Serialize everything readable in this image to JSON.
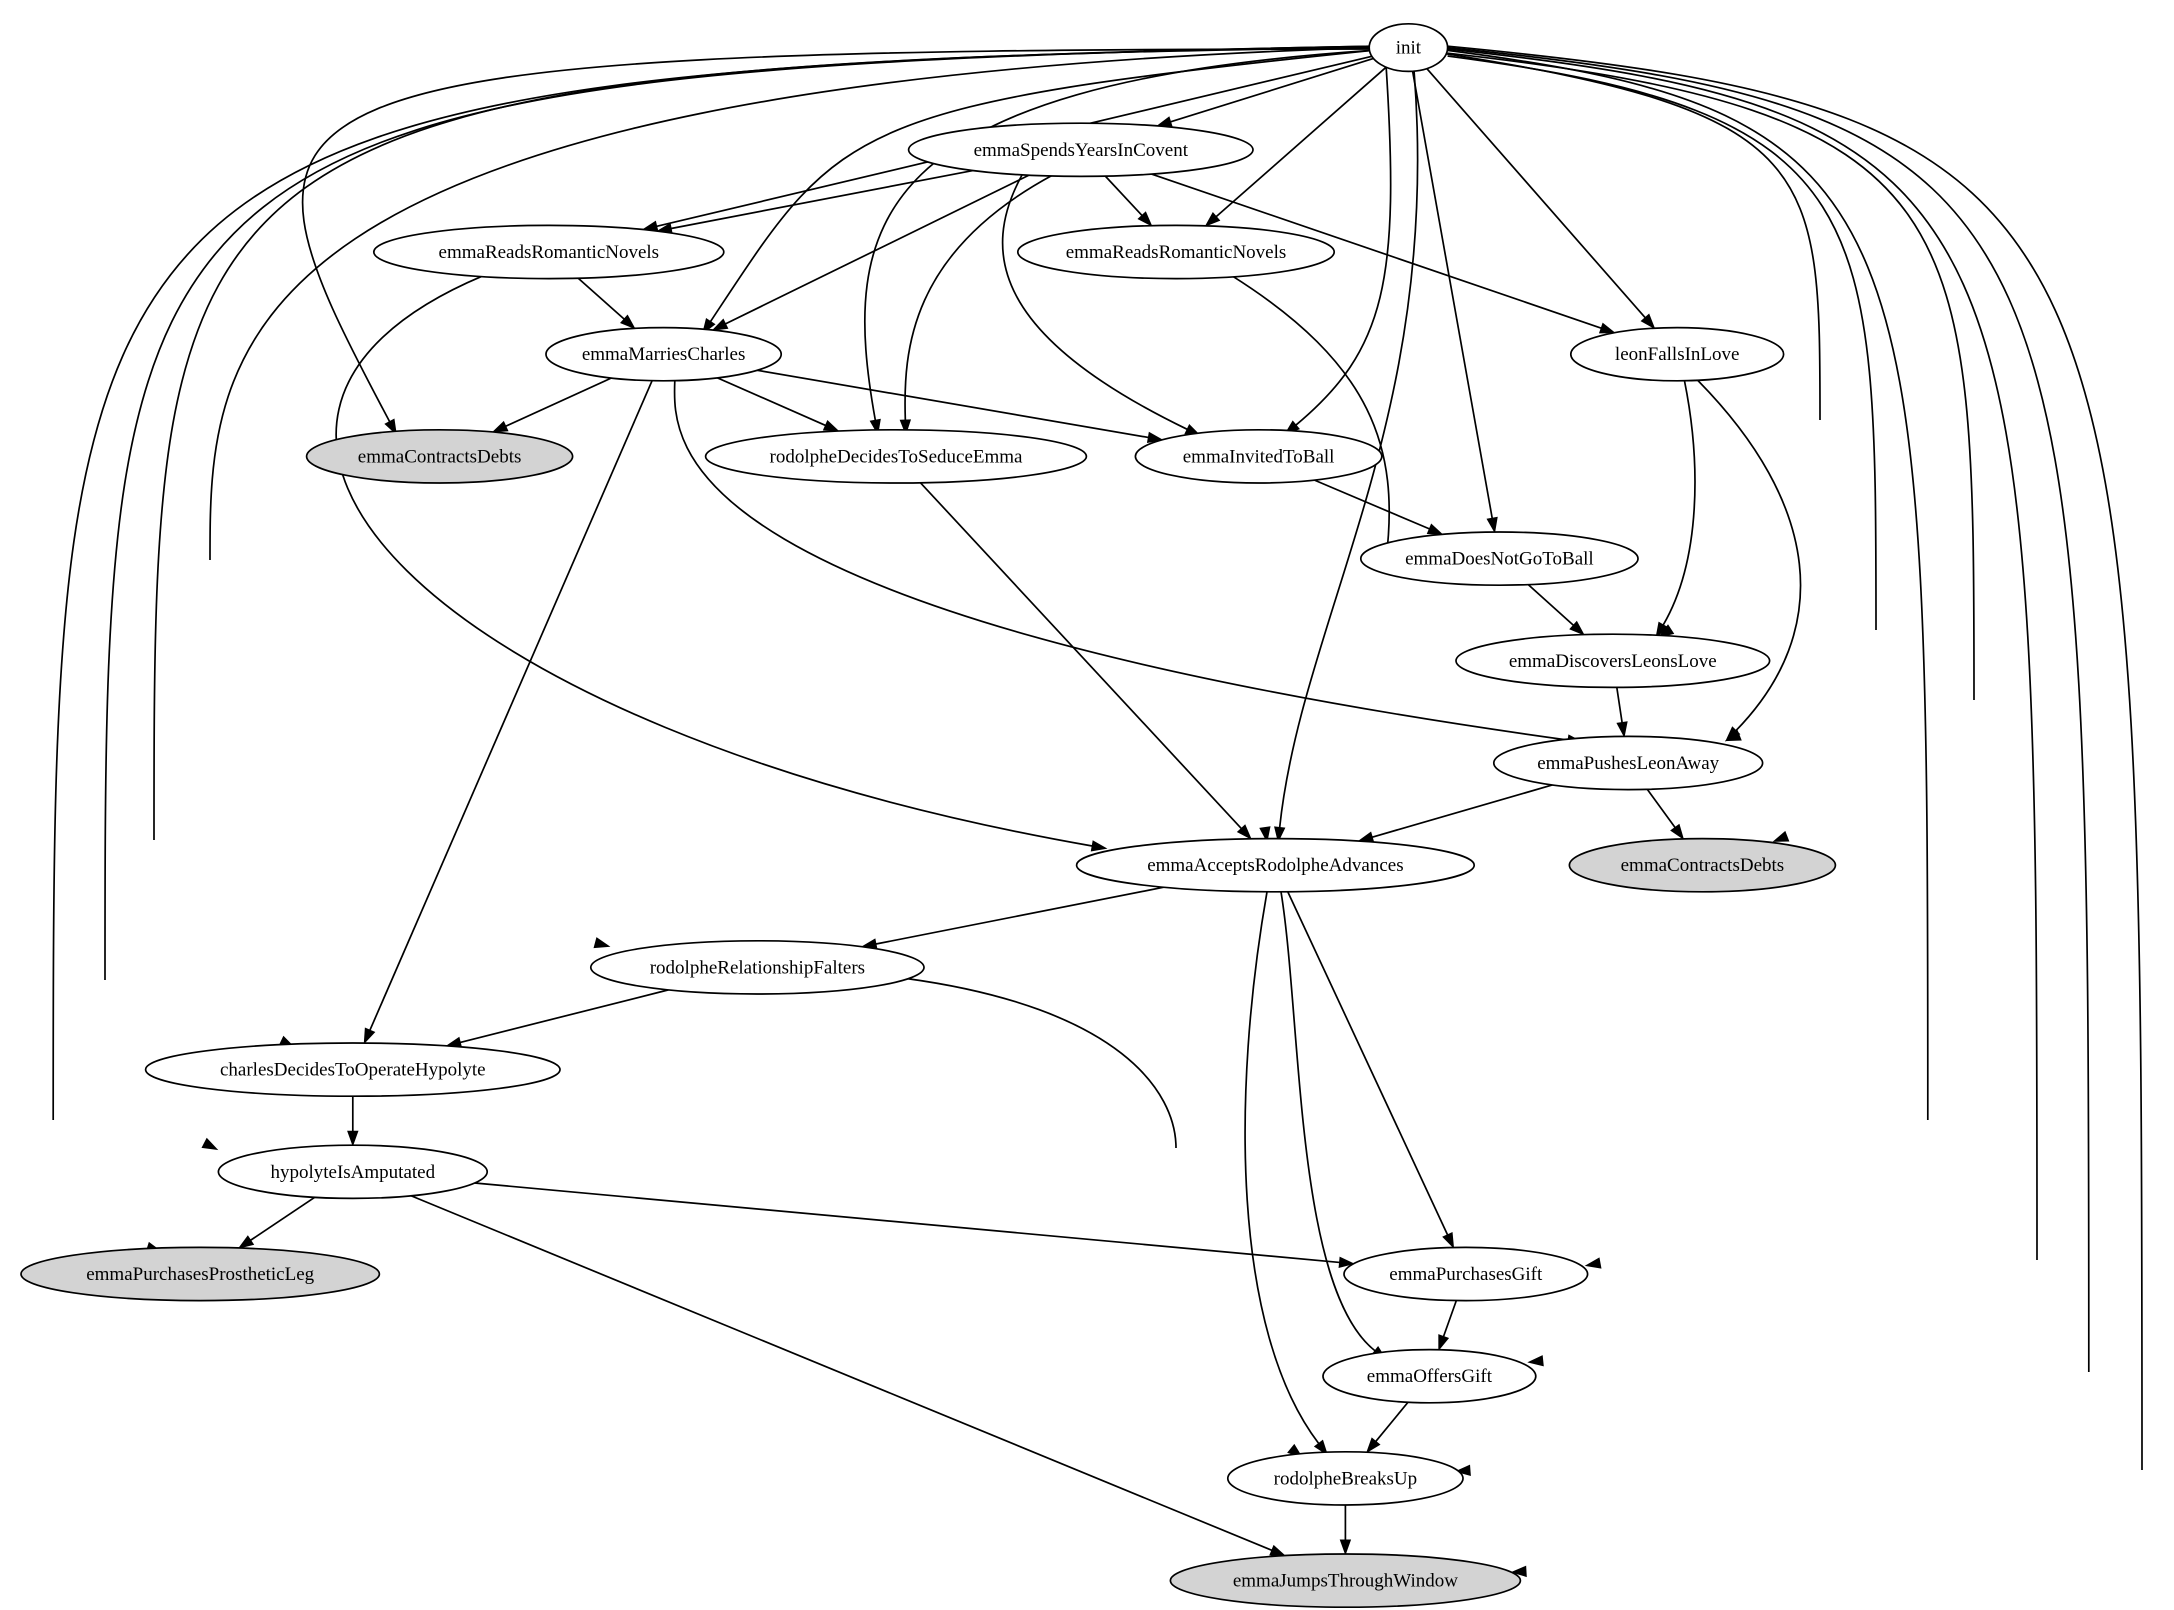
{
  "colors": {
    "plain_fill": "#ffffff",
    "shaded_fill": "#d3d3d3",
    "stroke": "#000000"
  },
  "nodes": [
    {
      "id": "init",
      "label": "init",
      "shaded": false
    },
    {
      "id": "spends",
      "label": "emmaSpendsYearsInCovent",
      "shaded": false
    },
    {
      "id": "readsL",
      "label": "emmaReadsRomanticNovels",
      "shaded": false
    },
    {
      "id": "readsR",
      "label": "emmaReadsRomanticNovels",
      "shaded": false
    },
    {
      "id": "marries",
      "label": "emmaMarriesCharles",
      "shaded": false
    },
    {
      "id": "leon",
      "label": "leonFallsInLove",
      "shaded": false
    },
    {
      "id": "debtsL",
      "label": "emmaContractsDebts",
      "shaded": true
    },
    {
      "id": "seduce",
      "label": "rodolpheDecidesToSeduceEmma",
      "shaded": false
    },
    {
      "id": "invited",
      "label": "emmaInvitedToBall",
      "shaded": false
    },
    {
      "id": "notball",
      "label": "emmaDoesNotGoToBall",
      "shaded": false
    },
    {
      "id": "discovers",
      "label": "emmaDiscoversLeonsLove",
      "shaded": false
    },
    {
      "id": "pushes",
      "label": "emmaPushesLeonAway",
      "shaded": false
    },
    {
      "id": "accepts",
      "label": "emmaAcceptsRodolpheAdvances",
      "shaded": false
    },
    {
      "id": "debtsR",
      "label": "emmaContractsDebts",
      "shaded": true
    },
    {
      "id": "falters",
      "label": "rodolpheRelationshipFalters",
      "shaded": false
    },
    {
      "id": "operate",
      "label": "charlesDecidesToOperateHypolyte",
      "shaded": false
    },
    {
      "id": "amputated",
      "label": "hypolyteIsAmputated",
      "shaded": false
    },
    {
      "id": "prosthetic",
      "label": "emmaPurchasesProstheticLeg",
      "shaded": true
    },
    {
      "id": "gift",
      "label": "emmaPurchasesGift",
      "shaded": false
    },
    {
      "id": "offers",
      "label": "emmaOffersGift",
      "shaded": false
    },
    {
      "id": "breaks",
      "label": "rodolpheBreaksUp",
      "shaded": false
    },
    {
      "id": "window",
      "label": "emmaJumpsThroughWindow",
      "shaded": true
    }
  ],
  "edges": [
    {
      "from": "init",
      "to": "spends"
    },
    {
      "from": "init",
      "to": "readsL"
    },
    {
      "from": "init",
      "to": "readsR"
    },
    {
      "from": "init",
      "to": "marries"
    },
    {
      "from": "init",
      "to": "leon"
    },
    {
      "from": "init",
      "to": "debtsL"
    },
    {
      "from": "init",
      "to": "seduce"
    },
    {
      "from": "init",
      "to": "invited"
    },
    {
      "from": "init",
      "to": "notball"
    },
    {
      "from": "init",
      "to": "discovers"
    },
    {
      "from": "init",
      "to": "pushes"
    },
    {
      "from": "init",
      "to": "accepts"
    },
    {
      "from": "init",
      "to": "debtsR"
    },
    {
      "from": "init",
      "to": "falters"
    },
    {
      "from": "init",
      "to": "operate"
    },
    {
      "from": "init",
      "to": "amputated"
    },
    {
      "from": "init",
      "to": "prosthetic"
    },
    {
      "from": "init",
      "to": "gift"
    },
    {
      "from": "init",
      "to": "offers"
    },
    {
      "from": "init",
      "to": "breaks"
    },
    {
      "from": "init",
      "to": "window"
    },
    {
      "from": "spends",
      "to": "readsL"
    },
    {
      "from": "spends",
      "to": "readsR"
    },
    {
      "from": "spends",
      "to": "marries"
    },
    {
      "from": "spends",
      "to": "seduce"
    },
    {
      "from": "spends",
      "to": "invited"
    },
    {
      "from": "spends",
      "to": "leon"
    },
    {
      "from": "readsL",
      "to": "marries"
    },
    {
      "from": "readsL",
      "to": "accepts"
    },
    {
      "from": "readsR",
      "to": "accepts"
    },
    {
      "from": "marries",
      "to": "debtsL"
    },
    {
      "from": "marries",
      "to": "seduce"
    },
    {
      "from": "marries",
      "to": "invited"
    },
    {
      "from": "marries",
      "to": "pushes"
    },
    {
      "from": "marries",
      "to": "operate"
    },
    {
      "from": "leon",
      "to": "discovers"
    },
    {
      "from": "leon",
      "to": "pushes"
    },
    {
      "from": "seduce",
      "to": "accepts"
    },
    {
      "from": "invited",
      "to": "notball"
    },
    {
      "from": "notball",
      "to": "discovers"
    },
    {
      "from": "discovers",
      "to": "pushes"
    },
    {
      "from": "pushes",
      "to": "accepts"
    },
    {
      "from": "pushes",
      "to": "debtsR"
    },
    {
      "from": "accepts",
      "to": "falters"
    },
    {
      "from": "accepts",
      "to": "gift"
    },
    {
      "from": "accepts",
      "to": "offers"
    },
    {
      "from": "accepts",
      "to": "breaks"
    },
    {
      "from": "falters",
      "to": "operate"
    },
    {
      "from": "falters",
      "to": "breaks"
    },
    {
      "from": "operate",
      "to": "amputated"
    },
    {
      "from": "amputated",
      "to": "prosthetic"
    },
    {
      "from": "amputated",
      "to": "gift"
    },
    {
      "from": "amputated",
      "to": "window"
    },
    {
      "from": "gift",
      "to": "offers"
    },
    {
      "from": "offers",
      "to": "breaks"
    },
    {
      "from": "breaks",
      "to": "window"
    }
  ]
}
